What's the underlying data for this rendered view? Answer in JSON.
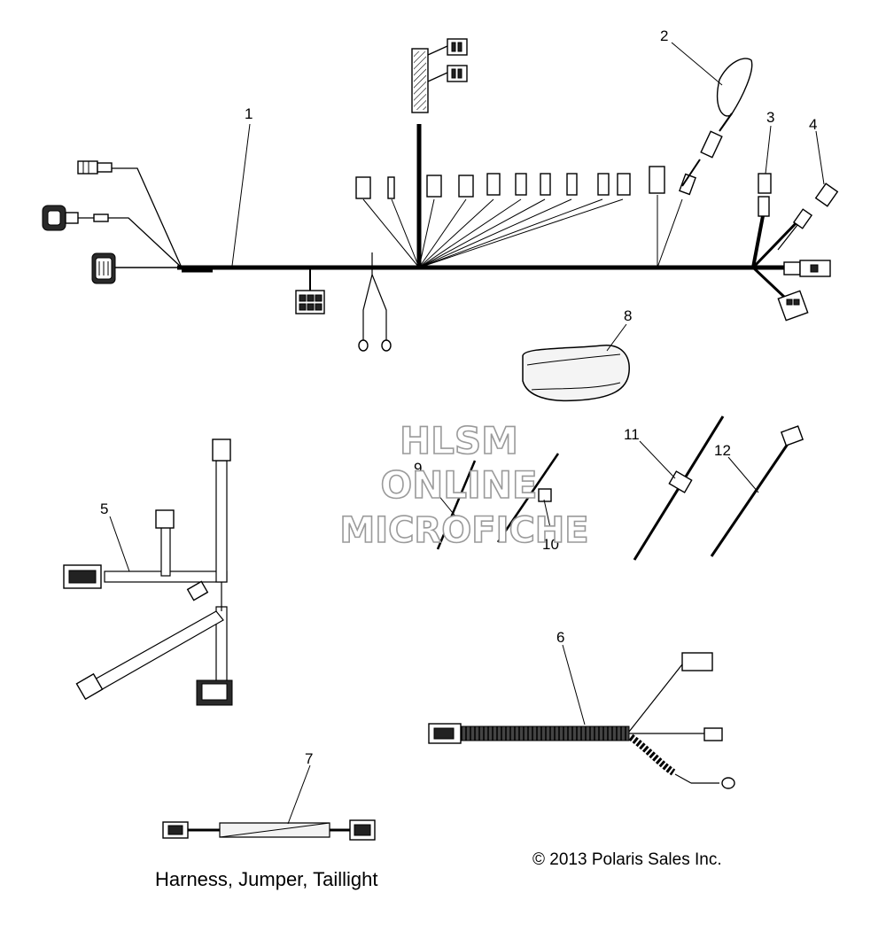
{
  "callouts": {
    "c1": "1",
    "c2": "2",
    "c3": "3",
    "c4": "4",
    "c5": "5",
    "c6": "6",
    "c7": "7",
    "c8": "8",
    "c9": "9",
    "c10": "10",
    "c11": "11",
    "c12": "12"
  },
  "watermark": {
    "line1": "HLSM",
    "line2": "ONLINE",
    "line3": "MICROFICHE"
  },
  "caption": "Harness, Jumper, Taillight",
  "copyright": "© 2013 Polaris Sales Inc."
}
